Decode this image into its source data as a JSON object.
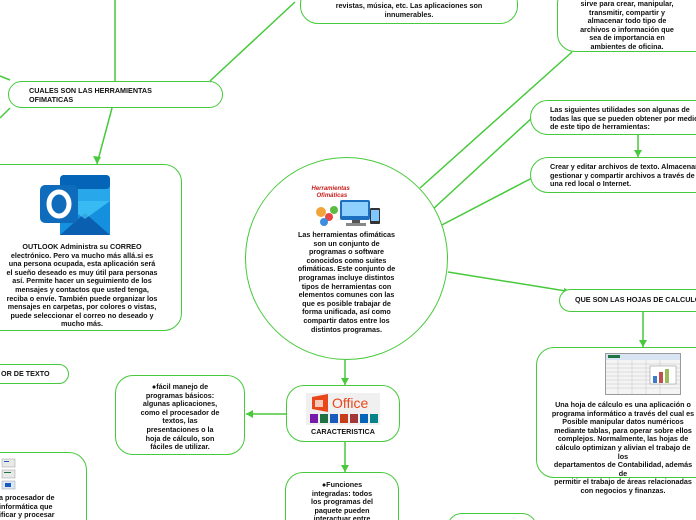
{
  "nodes": {
    "top_center": "revistas, música, etc. Las aplicaciones son\ninnumerables.",
    "top_right": "sirve para crear, manipular,\ntransmitir, compartir y\nalmacenar todo tipo de\narchivos o información que\nsea de importancia en\nambientes de oficina.",
    "herramientas_title": "CUALES SON LAS HERRAMIENTAS\nOFIMATICAS",
    "outlook_text": "OUTLOOK  Administra su CORREO\nelectrónico. Pero va mucho más allá.si es\nuna persona ocupada, esta aplicación será\nel sueño deseado es muy útil para personas\nasí. Permite hacer un seguimiento de los\nmensajes y contactos que usted tenga,\nreciba o envíe. También puede organizar los\nmensajes en carpetas, por colores o vistas,\npuede seleccionar el correo no deseado y\nmucho más.",
    "procesador_texto": "OR DE TEXTO",
    "center_logo_line1": "Herramientas",
    "center_logo_line2": "Ofimáticas",
    "center_text": "Las herramientas ofimáticas\nson un conjunto de\nprogramas o software\nconocidos como suites\nofimáticas. Este conjunto de\nprogramas incluye distintos\ntipos de herramientas con\nelementos comunes con las\nque es posible trabajar de\nforma unificada, así como\ncompartir datos entre los\ndistintos programas.",
    "utilidades": "Las siguientes utilidades son algunas de\ntodas las que se pueden obtener por medio\nde este tipo de herramientas:",
    "crear_editar": "Crear y editar archivos de texto. Almacenar,\ngestionar y compartir archivos a través de\nuna red local o Internet.",
    "hojas_calculo_title": "QUE SON LAS HOJAS DE CALCULO",
    "hoja_text": "Una hoja de cálculo es una aplicación o\nprograma informático a través del cual es\nPosible manipular datos numéricos\nmediante tablas, para operar sobre ellos\ncomplejos. Normalmente, las hojas de\ncálculo optimizan y alivian el trabajo de los\ndepartamentos de Contabilidad, además de\npermitir el trabajo de áreas relacionadas\ncon negocios y finanzas.",
    "office_logo": "Office",
    "caracteristica": "CARACTERISTICA",
    "facil_manejo": "●fácil manejo de\nprogramas básicos:\nalgunas aplicaciones,\ncomo el procesador de\ntextos, las\npresentaciones o la\nhoja de cálculo, son\nfáciles de utilizar.",
    "funciones": "●Funciones\nintegradas: todos\nlos programas del\npaquete pueden\ninteractuar entre",
    "procesador_bottom": "a procesador de\ninformática que\nificar y procesar"
  },
  "colors": {
    "line": "#46c93a",
    "border": "#46c93a",
    "outlook_blue": "#0f6cbd",
    "office_red": "#e8471b",
    "logo_red": "#c81d1d"
  },
  "icons": [
    "outlook-icon",
    "herramientas-collage-icon",
    "office-logo-icon",
    "spreadsheet-icon",
    "small-docs-icon"
  ]
}
